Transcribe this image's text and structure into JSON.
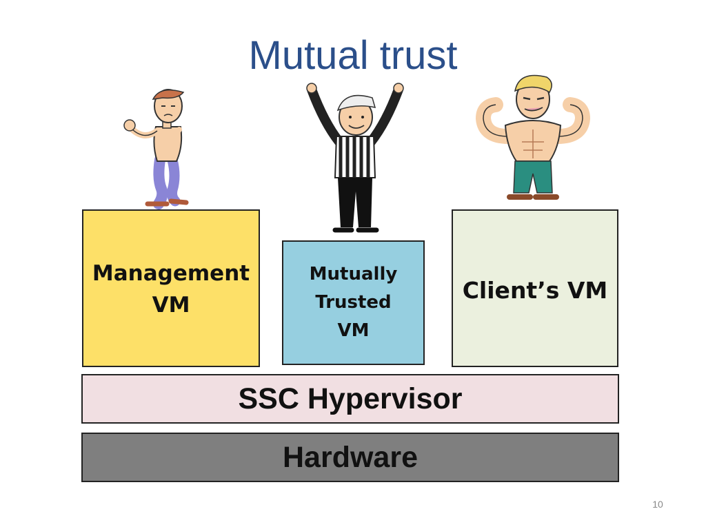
{
  "title": "Mutual trust",
  "colors": {
    "title": "#2b4f8a",
    "management_vm": "#fde068",
    "mutually_trusted_vm": "#96cfe0",
    "clients_vm": "#ebf0de",
    "hypervisor": "#f1dfe2",
    "hardware": "#7f7f7f"
  },
  "boxes": {
    "management_vm": [
      "Management",
      "VM"
    ],
    "mutually_trusted_vm": [
      "Mutually",
      "Trusted",
      "VM"
    ],
    "clients_vm": "Client’s VM",
    "hypervisor": "SSC Hypervisor",
    "hardware": "Hardware"
  },
  "figures": {
    "management": "nervous-skinny-man-icon",
    "referee": "referee-icon",
    "client": "muscular-man-icon"
  },
  "page_number": "10"
}
